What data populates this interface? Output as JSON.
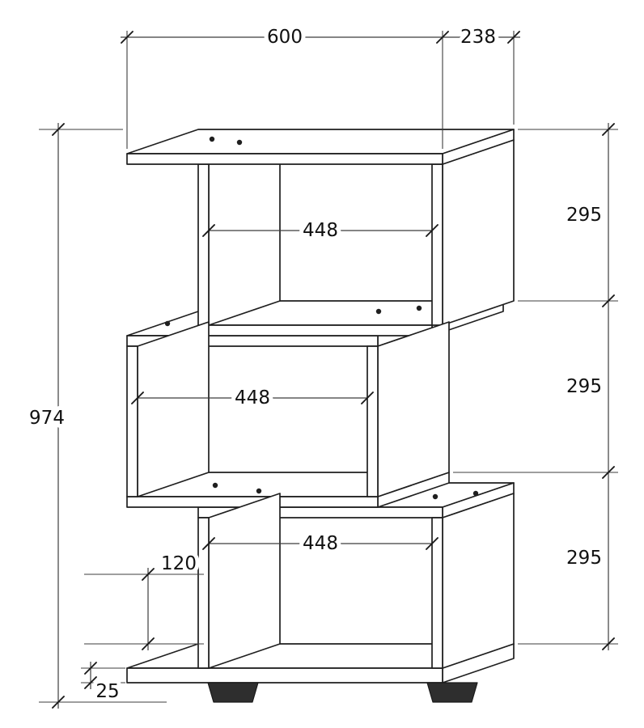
{
  "drawing": {
    "colors": {
      "background": "#ffffff",
      "line": "#1f1f1f",
      "feet": "#2e2e2e"
    },
    "dimensions": {
      "top_width": "600",
      "top_depth": "238",
      "total_height": "974",
      "module_heights": [
        "295",
        "295",
        "295"
      ],
      "compartment_widths": [
        "448",
        "448",
        "448"
      ],
      "plinth_height": "120",
      "base_panel_thickness": "25"
    }
  }
}
